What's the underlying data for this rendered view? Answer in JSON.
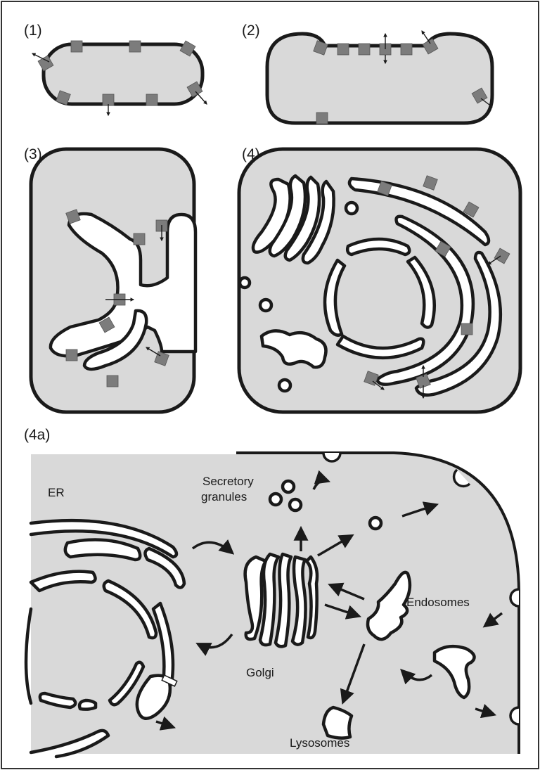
{
  "panels": {
    "p1": "(1)",
    "p2": "(2)",
    "p3": "(3)",
    "p4": "(4)",
    "p4a": "(4a)"
  },
  "labels": {
    "er": "ER",
    "secretory": [
      "Secretory",
      "granules"
    ],
    "endosomes": "Endosomes",
    "golgi": "Golgi",
    "lysosomes": "Lysosomes"
  },
  "colors": {
    "cytoplasm": "#d9d9d9",
    "membrane": "#1a1a1a",
    "protein": "#7c7c7c",
    "lumen": "#ffffff"
  }
}
